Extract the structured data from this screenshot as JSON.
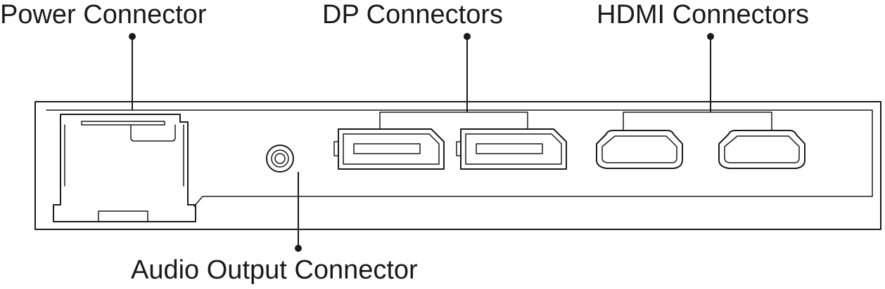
{
  "labels": {
    "power": "Power Connector",
    "dp": "DP Connectors",
    "hdmi": "HDMI Connectors",
    "audio": "Audio Output Connector"
  },
  "colors": {
    "line": "#1a1a1a",
    "background": "#ffffff"
  }
}
